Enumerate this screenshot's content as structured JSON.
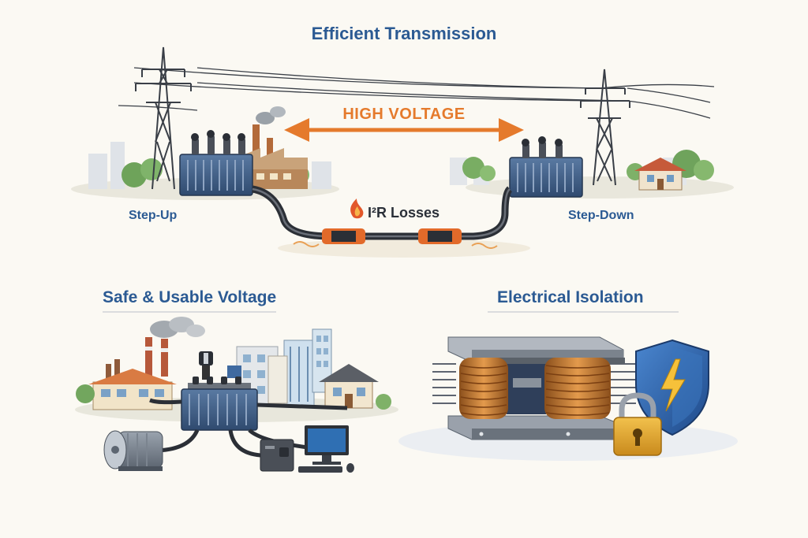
{
  "diagram": {
    "titles": {
      "transmission": "Efficient Transmission",
      "safe_voltage": "Safe & Usable Voltage",
      "isolation": "Electrical Isolation"
    },
    "labels": {
      "high_voltage": "HIGH VOLTAGE",
      "losses": "I²R Losses",
      "step_up": "Step-Up",
      "step_down": "Step-Down"
    }
  },
  "colors": {
    "title_blue": "#2b5a93",
    "accent_orange": "#e57a2c",
    "transformer_blue": "#3f5e86",
    "copper": "#c77b30",
    "shield_blue": "#2c5fa8",
    "lock_gold": "#e2a531",
    "tower_gray": "#3a3f47"
  },
  "icons": [
    "transmission-tower-icon",
    "transformer-icon",
    "factory-icon",
    "house-icon",
    "flame-icon",
    "motor-icon",
    "computer-icon",
    "shield-lightning-icon",
    "padlock-icon"
  ]
}
